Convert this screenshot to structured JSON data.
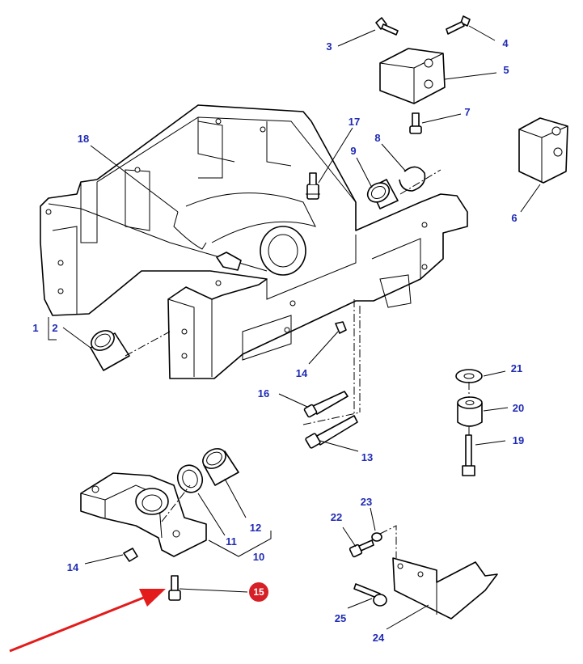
{
  "colors": {
    "callout": "#1f2bb3",
    "highlight": "#d61f26",
    "arrow": "#e31b1b",
    "line": "#000000"
  },
  "callouts": {
    "c1": "1",
    "c2": "2",
    "c3": "3",
    "c4": "4",
    "c5": "5",
    "c6": "6",
    "c7": "7",
    "c8": "8",
    "c9": "9",
    "c10": "10",
    "c11": "11",
    "c12": "12",
    "c13": "13",
    "c14a": "14",
    "c14b": "14",
    "c15": "15",
    "c16": "16",
    "c17": "17",
    "c18": "18",
    "c19": "19",
    "c20": "20",
    "c21": "21",
    "c22": "22",
    "c23": "23",
    "c24": "24",
    "c25": "25"
  },
  "highlighted_part": "15"
}
